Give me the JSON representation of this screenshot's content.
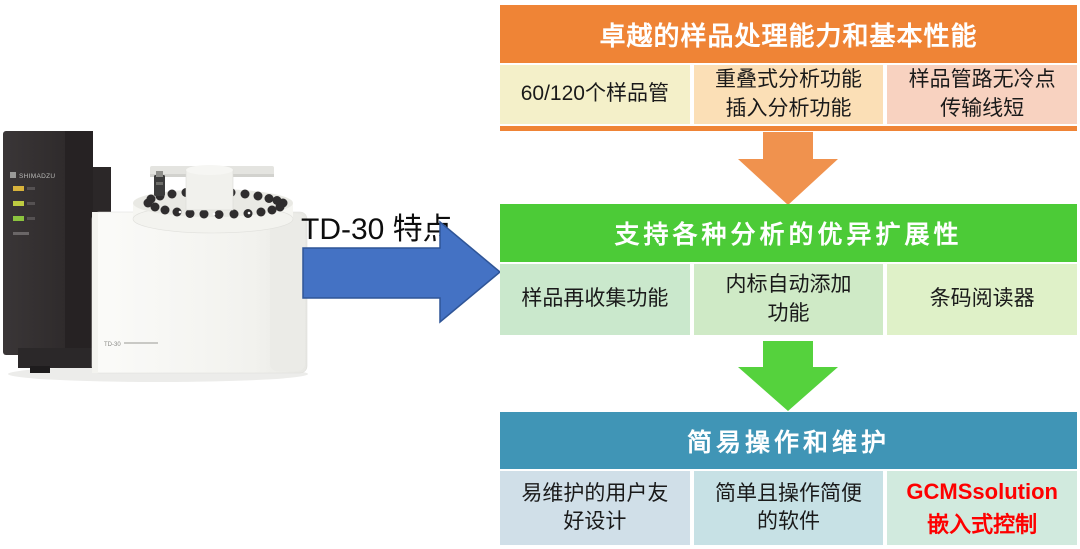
{
  "device": {
    "brand": "SHIMADZU",
    "model": "TD-30"
  },
  "arrow_label": "TD-30 特点",
  "boxes": [
    {
      "title": "卓越的样品处理能力和基本性能",
      "cells": [
        "60/120个样品管",
        "重叠式分析功能\n插入分析功能",
        "样品管路无冷点\n传输线短"
      ]
    },
    {
      "title": "支持各种分析的优异扩展性",
      "cells": [
        "样品再收集功能",
        "内标自动添加\n功能",
        "条码阅读器"
      ]
    },
    {
      "title": "简易操作和维护",
      "cells": [
        "易维护的用户友\n好设计",
        "简单且操作简便\n的软件",
        "GCMSsolution\n嵌入式控制"
      ]
    }
  ],
  "colors": {
    "box1_header_bg": "#EF8436",
    "box1_cell_bgs": [
      "#F4F0C9",
      "#FBDFB6",
      "#F8D2C0"
    ],
    "orange_arrow": "#F0924E",
    "box2_header_bg": "#4CCB37",
    "box2_cell_bgs": [
      "#CAE8CC",
      "#CFEAC6",
      "#DFF1C8"
    ],
    "green_arrow": "#55D23D",
    "box3_header_bg": "#4095B6",
    "box3_cell_bgs": [
      "#D0DFE8",
      "#C7E1E5",
      "#D1EADE"
    ],
    "highlight_text": "#FE0000",
    "blue_arrow": "#4472C4"
  }
}
